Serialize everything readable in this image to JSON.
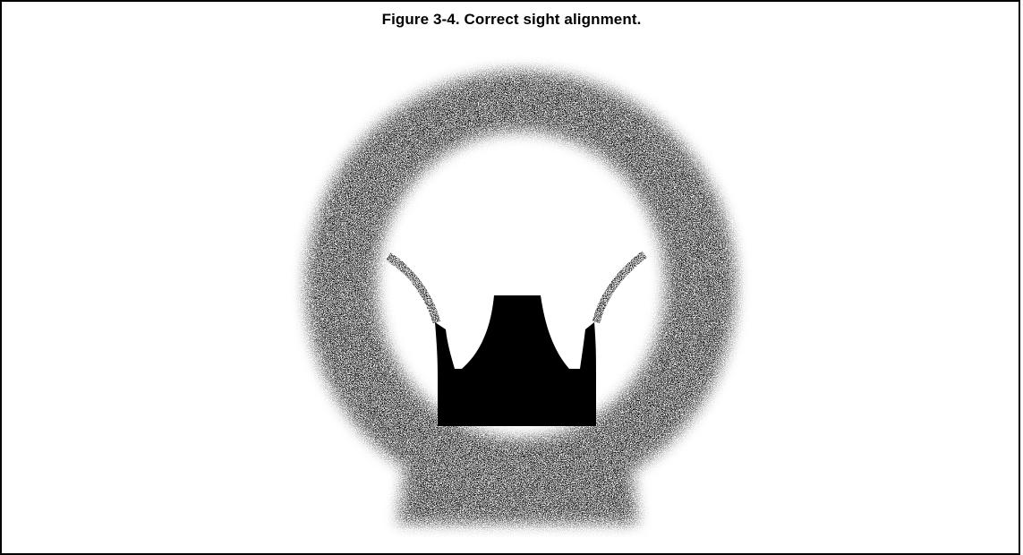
{
  "figure": {
    "caption": "Figure 3-4. Correct sight alignment.",
    "ink_color": "#000000",
    "paper_color": "#ffffff"
  },
  "illustration": {
    "subject": "rear sight aperture with front sight post centered",
    "parts": [
      "rear-sight-aperture",
      "front-sight-post",
      "front-sight-guard-ears"
    ]
  }
}
